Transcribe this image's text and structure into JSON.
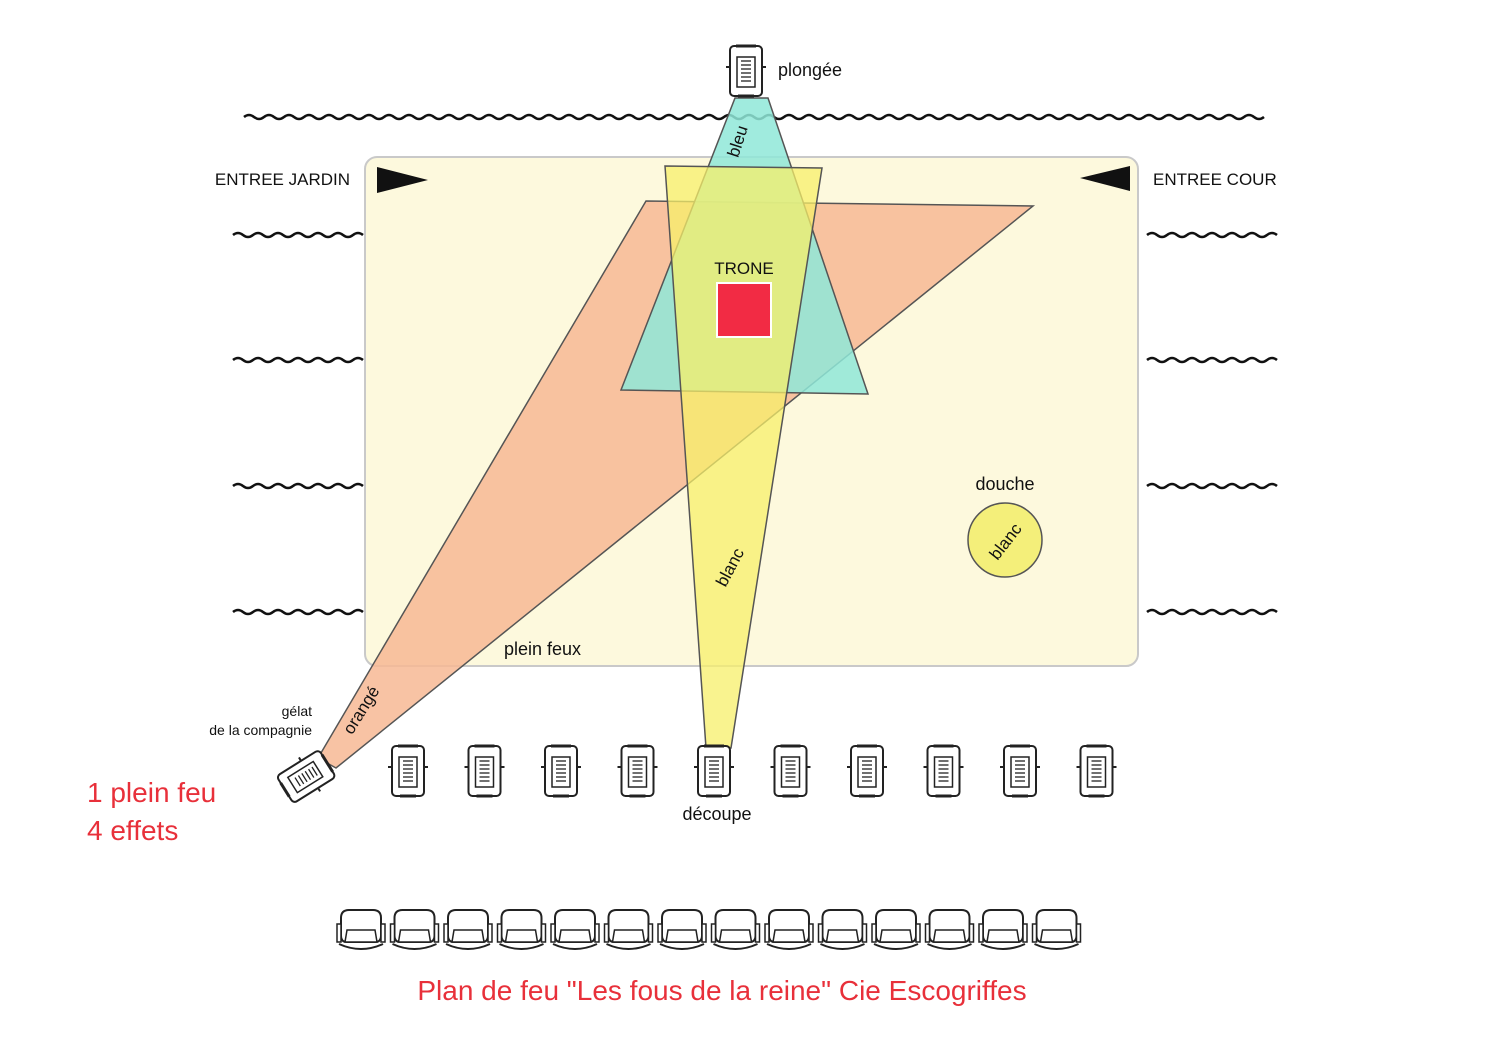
{
  "labels": {
    "plongee": "plongée",
    "bleu": "bleu",
    "entree_jardin": "ENTREE JARDIN",
    "entree_cour": "ENTREE COUR",
    "trone": "TRONE",
    "douche": "douche",
    "blanc_douche": "blanc",
    "blanc_decoupe": "blanc",
    "plein_feux": "plein feux",
    "orange": "orangé",
    "gelat_line1": "gélat",
    "gelat_line2": "de la compagnie",
    "decoupe": "découpe"
  },
  "summary": {
    "line1": "1 plein feu",
    "line2": "4 effets"
  },
  "title": "Plan de feu \"Les fous de la reine\" Cie Escogriffes",
  "colors": {
    "stage_fill": "#fdf9dd",
    "stage_stroke": "#c9c9c9",
    "bleu_beam": "#8fe8d8",
    "blanc_beam": "#f7ef6a",
    "orange_beam": "#f7b994",
    "trone": "#f22b44",
    "douche": "#f4ef7a",
    "text_red": "#e8303a"
  },
  "projectors_front_count": 10,
  "seats_count": 14
}
